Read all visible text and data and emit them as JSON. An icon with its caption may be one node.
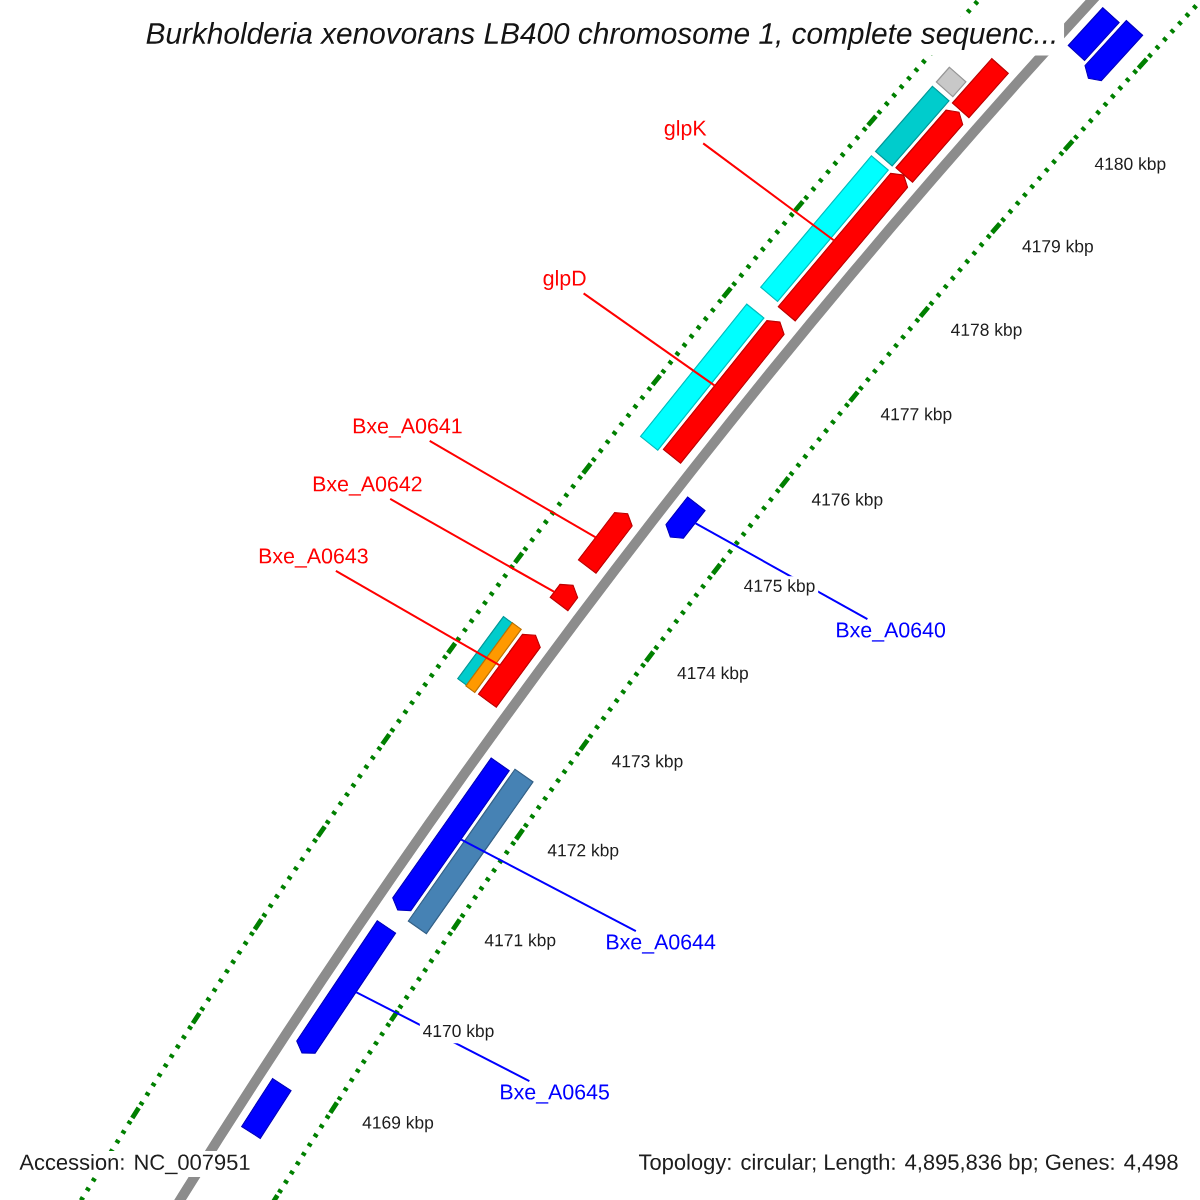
{
  "diagram": {
    "title": "Burkholderia xenovorans LB400 chromosome 1, complete sequenc...",
    "nodes": [
      {
        "text": [
          "glpK"
        ]
      },
      {
        "text": [
          "glpD"
        ]
      },
      {
        "text": [
          "Bxe_A0641"
        ]
      },
      {
        "text": [
          "Bxe_A0642"
        ]
      },
      {
        "text": [
          "Bxe_A0643"
        ]
      },
      {
        "text": [
          "Bxe_A0640"
        ]
      },
      {
        "text": [
          "Bxe_A0644"
        ]
      },
      {
        "text": [
          "Bxe_A0645"
        ]
      },
      {
        "text": [],
        "shape": "bar"
      },
      {
        "text": [],
        "shape": "bar"
      },
      {
        "text": [],
        "shape": "bar"
      },
      {
        "text": [],
        "shape": "bar"
      },
      {
        "text": [],
        "shape": "bar"
      },
      {
        "text": [],
        "shape": "bar"
      },
      {
        "text": [],
        "shape": "bar"
      },
      {
        "text": [],
        "shape": "bar"
      },
      {
        "text": [],
        "shape": "bar"
      },
      {
        "text": [],
        "shape": "bar"
      },
      {
        "text": [],
        "shape": "bar"
      },
      {
        "text": [],
        "shape": "bar"
      },
      {
        "text": [],
        "shape": "bar"
      },
      {
        "text": [],
        "shape": "bar"
      },
      {
        "text": [],
        "shape": "bar"
      },
      {
        "text": [],
        "shape": "bar"
      },
      {
        "text": [],
        "shape": "bar"
      },
      {
        "text": [],
        "shape": "bar"
      },
      {
        "text": [],
        "shape": "bar"
      },
      {
        "text": [],
        "shape": "bar"
      }
    ],
    "edges": [
      {
        "from": 0,
        "to": 15,
        "arrow": "none"
      },
      {
        "from": 1,
        "to": 17,
        "arrow": "none"
      },
      {
        "from": 2,
        "to": 19,
        "arrow": "none"
      },
      {
        "from": 3,
        "to": 20,
        "arrow": "none"
      },
      {
        "from": 4,
        "to": 23,
        "arrow": "none"
      },
      {
        "from": 5,
        "to": 18,
        "arrow": "none",
        "color": "#0000ff"
      },
      {
        "from": 6,
        "to": 24,
        "arrow": "none",
        "color": "#0000ff"
      },
      {
        "from": 7,
        "to": 26,
        "arrow": "none",
        "color": "#0000ff"
      }
    ],
    "labels": [
      "4180 kbp",
      "4179 kbp",
      "4178 kbp",
      "4177 kbp",
      "4176 kbp",
      "4175 kbp",
      "4174 kbp",
      "4173 kbp",
      "4172 kbp",
      "4171 kbp",
      "4170 kbp",
      "4169 kbp",
      "Accession: NC_007951",
      "Topology: circular; Length: 4,895,836 bp; Genes: 4,498"
    ]
  }
}
